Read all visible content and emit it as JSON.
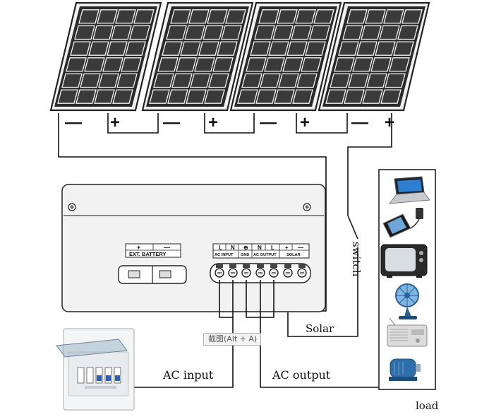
{
  "panels": [
    {
      "neg": "—",
      "pos": "+"
    },
    {
      "neg": "—",
      "pos": "+"
    },
    {
      "neg": "—",
      "pos": "+"
    },
    {
      "neg": "—",
      "pos": "+"
    }
  ],
  "inverter": {
    "ext_battery_label": "EXT. BATTERY",
    "battery_plus": "+",
    "battery_minus": "—",
    "terminal_letters": [
      "L",
      "N",
      "⊕",
      "N",
      "L",
      "+",
      "—"
    ],
    "group_ac_input": "AC INPUT",
    "group_gnd": "GND",
    "group_ac_output": "AC OUTPUT",
    "group_solar": "SOLAR"
  },
  "labels": {
    "solar": "Solar",
    "switch": "switch",
    "ac_input": "AC input",
    "ac_output": "AC output",
    "load": "load"
  },
  "tooltip": "截图(Alt + A)",
  "load_icons": [
    "laptop-icon",
    "phone-charger-icon",
    "tv-icon",
    "fan-icon",
    "radio-icon",
    "motor-icon"
  ]
}
